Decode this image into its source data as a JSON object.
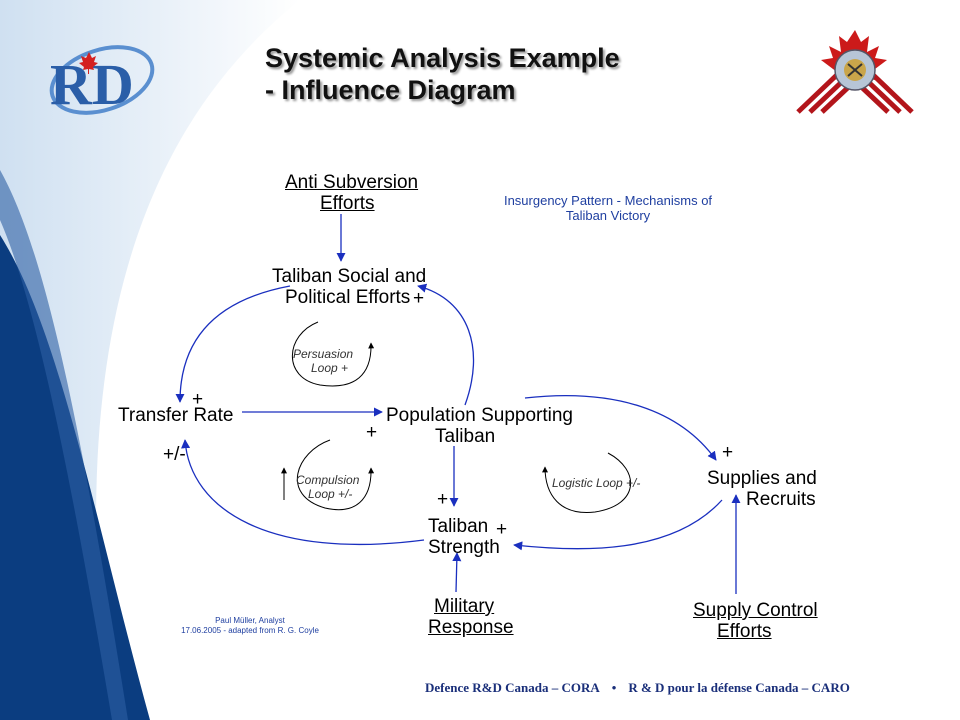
{
  "title": {
    "line1": "Systemic Analysis Example",
    "line2": "- Influence Diagram"
  },
  "logo": {
    "text": "RD",
    "icon": "maple-leaf-icon"
  },
  "crest": {
    "icon": "canadian-forces-crest-icon"
  },
  "note": {
    "line1": "Insurgency Pattern - Mechanisms of",
    "line2": "Taliban Victory"
  },
  "nodes": {
    "anti_subversion": {
      "line1": "Anti Subversion",
      "line2": "Efforts"
    },
    "taliban_social": {
      "line1": "Taliban Social and",
      "line2": "Political Efforts"
    },
    "transfer_rate": {
      "label": "Transfer Rate"
    },
    "population_supporting": {
      "line1": "Population Supporting",
      "line2": "Taliban"
    },
    "supplies_recruits": {
      "line1": "Supplies and",
      "line2": "Recruits"
    },
    "taliban_strength": {
      "line1": "Taliban",
      "line2": "Strength"
    },
    "military_response": {
      "line1": "Military",
      "line2": "Response"
    },
    "supply_control": {
      "line1": "Supply Control",
      "line2": "Efforts"
    }
  },
  "signs": {
    "social_in": "+",
    "transfer_in": "+",
    "transfer_out": "+/-",
    "population_in": "+",
    "supplies_in": "+",
    "strength_in_population": "+",
    "strength_in_supplies": "+"
  },
  "loops": {
    "persuasion": {
      "line1": "Persuasion",
      "line2": "Loop +"
    },
    "compulsion": {
      "line1": "Compulsion",
      "line2": "Loop +/-"
    },
    "logistic": {
      "line1": "Logistic Loop +/-"
    }
  },
  "credit": {
    "line1": "Paul Müller, Analyst",
    "line2": "17.06.2005 - adapted from R. G. Coyle"
  },
  "footer": {
    "left": "Defence R&D Canada – CORA",
    "separator": "•",
    "right": "R & D pour la défense Canada – CARO"
  },
  "colors": {
    "arrow": "#1a2fbf",
    "swoosh_dark": "#0a3a7a",
    "swoosh_light": "#dbe8f5",
    "note_text": "#1f3fa0",
    "footer_text": "#1a2f7a"
  }
}
